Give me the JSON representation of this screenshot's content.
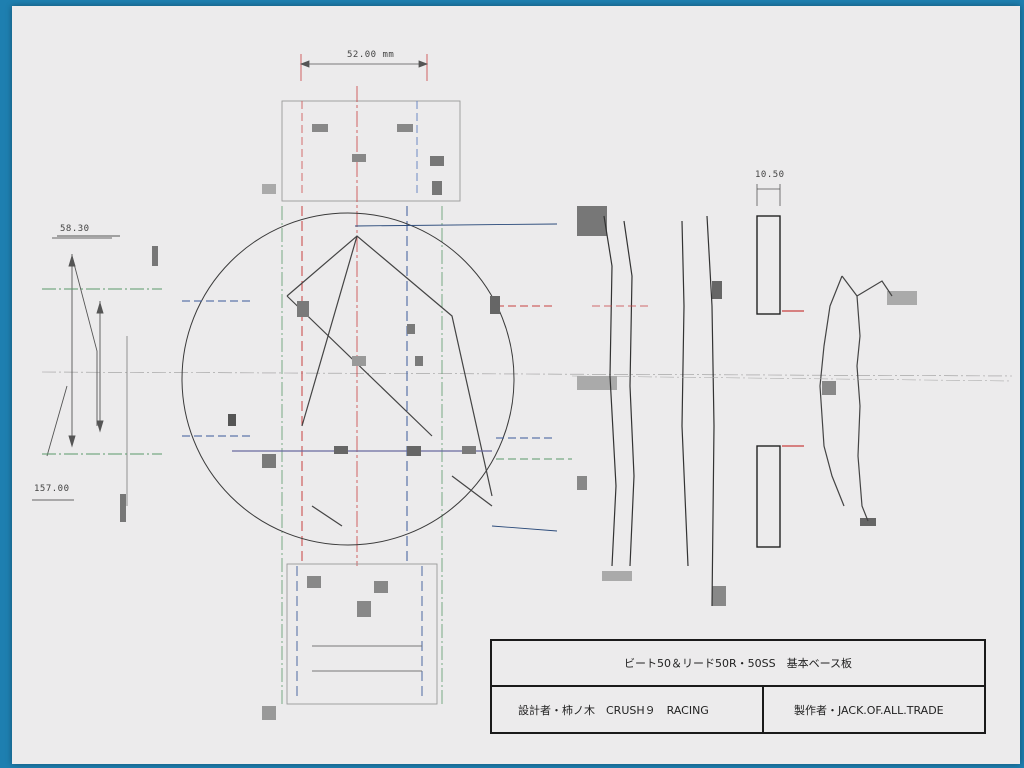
{
  "dimensions": {
    "top_width": "52.00 mm",
    "side_thickness": "10.50",
    "left_upper": "58.30",
    "left_lower": "157.00"
  },
  "title_block": {
    "title": "ビート50＆リード50R・50SS　基本ベース板",
    "designer": "設計者・柿ノ木　CRUSH９　RACING",
    "maker": "製作者・JACK.OF.ALL.TRADE"
  },
  "colors": {
    "sheet": "#ecebec",
    "background": "#1e7fb0",
    "line": "#2a2a2a",
    "center_red": "#c84040",
    "hidden_blue": "#3a5a9a",
    "aux_green": "#5a9a6a"
  }
}
